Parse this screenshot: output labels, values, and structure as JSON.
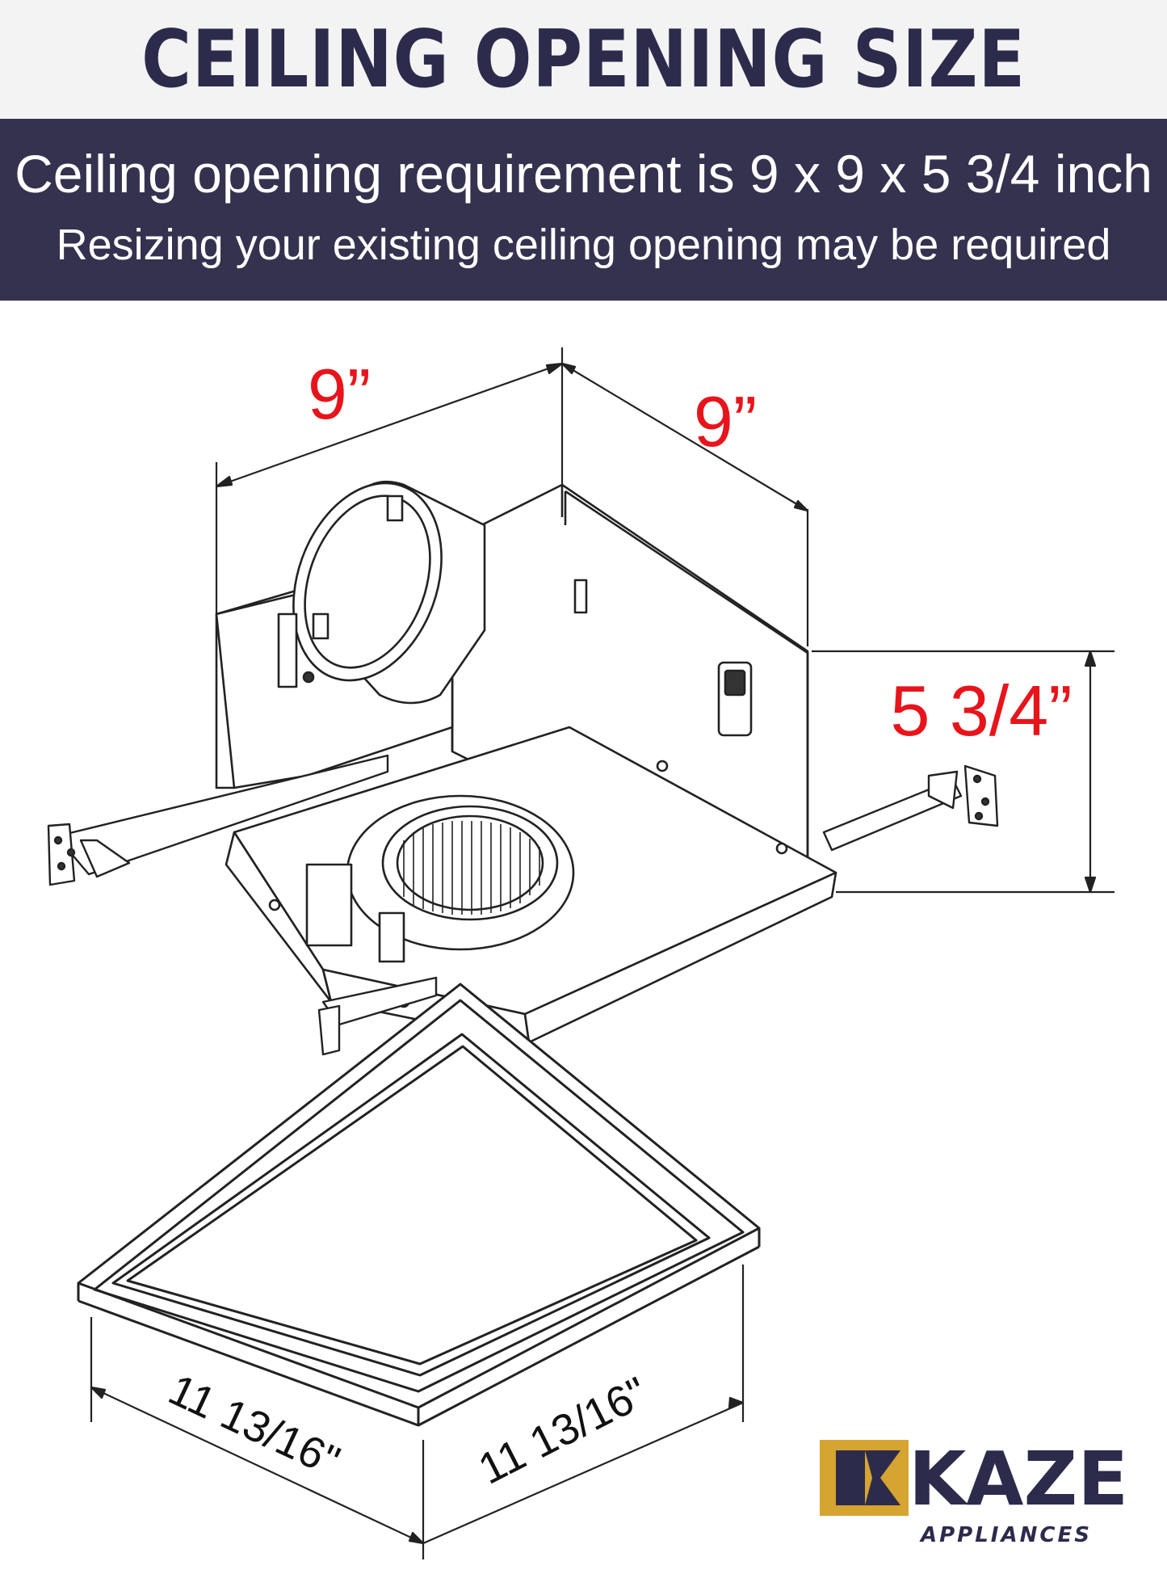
{
  "header": {
    "title": "CEILING OPENING SIZE",
    "line1": "Ceiling opening requirement is 9 x 9 x 5 3/4 inch",
    "line2": "Resizing your existing ceiling opening may be required"
  },
  "dimensions": {
    "width_top": "9”",
    "depth_top": "9”",
    "height": "5 3/4”",
    "grille_left": "11 13/16\"",
    "grille_right": "11 13/16\""
  },
  "logo": {
    "name": "KAZE",
    "tagline": "APPLIANCES"
  },
  "colors": {
    "title": "#2d2b4c",
    "band": "#35324f",
    "dimension": "#e8141b",
    "logo_gold": "#d5a431"
  }
}
